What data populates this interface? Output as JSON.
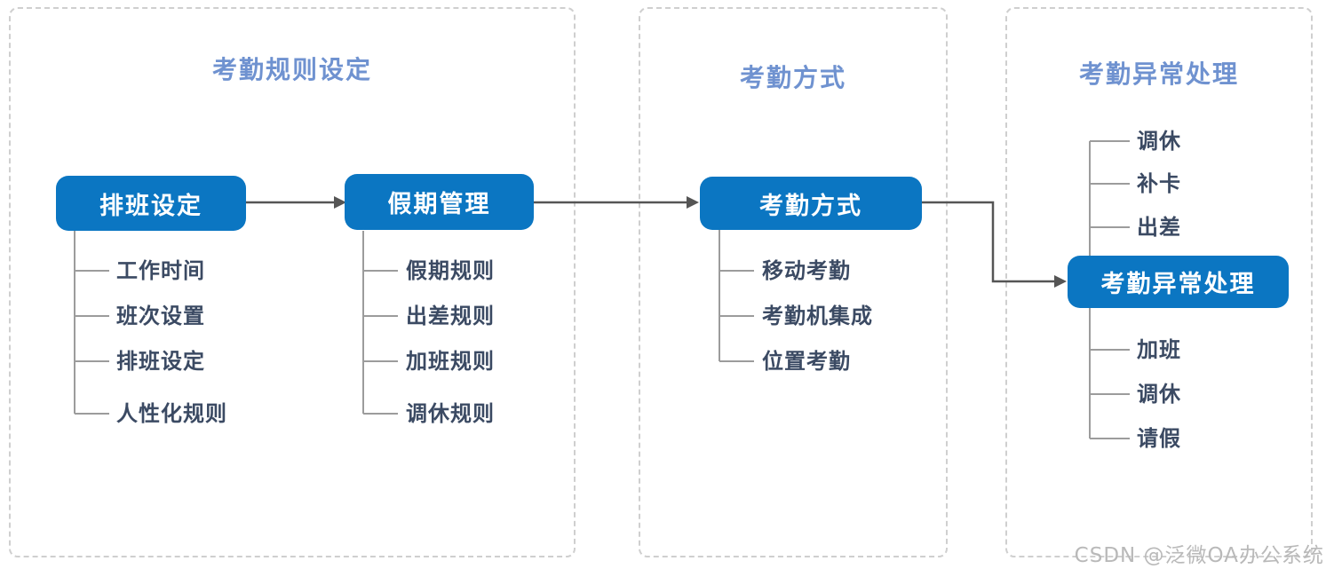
{
  "watermark": "CSDN @泛微OA办公系统",
  "colors": {
    "node_blue": "#0b76c2",
    "title_blue": "#6f92d0",
    "item_text": "#3b4a63",
    "tree_line": "#9c9c9c",
    "arrow": "#555555",
    "panel_border": "#cfcfcf"
  },
  "panel1": {
    "title": "考勤规则设定",
    "group1": {
      "box": "排班设定",
      "items": [
        "工作时间",
        "班次设置",
        "排班设定",
        "人性化规则"
      ]
    },
    "group2": {
      "box": "假期管理",
      "items": [
        "假期规则",
        "出差规则",
        "加班规则",
        "调休规则"
      ]
    }
  },
  "panel2": {
    "title": "考勤方式",
    "group1": {
      "box": "考勤方式",
      "items": [
        "移动考勤",
        "考勤机集成",
        "位置考勤"
      ]
    }
  },
  "panel3": {
    "title": "考勤异常处理",
    "group1": {
      "box": "考勤异常处理",
      "items_above": [
        "调休",
        "补卡",
        "出差"
      ],
      "items_below": [
        "加班",
        "调休",
        "请假"
      ]
    }
  }
}
